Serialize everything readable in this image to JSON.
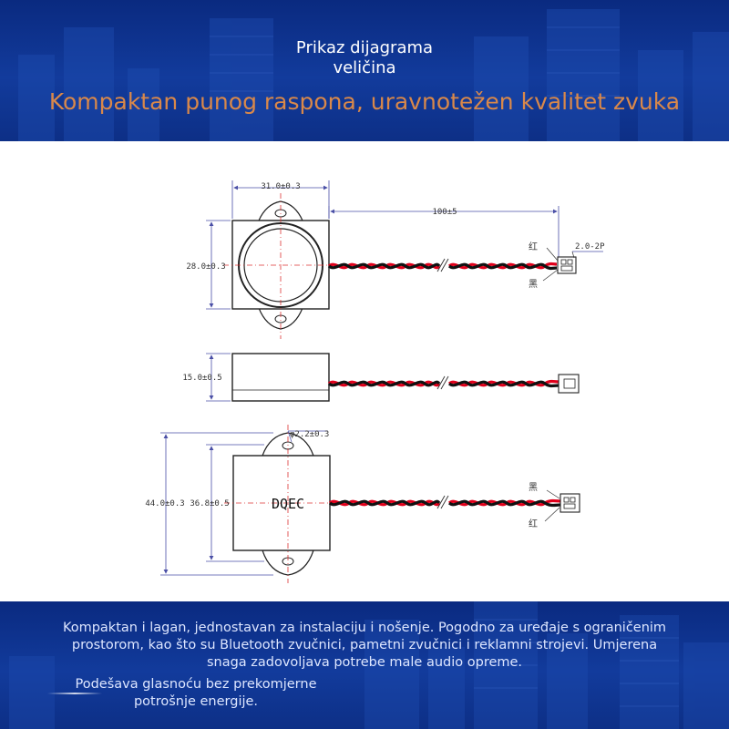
{
  "header": {
    "title_line1": "Prikaz dijagrama",
    "title_line2": "veličina",
    "subtitle": "Kompaktan punog raspona, uravnotežen kvalitet zvuka"
  },
  "diagram": {
    "dim_width": "31.0±0.3",
    "dim_height": "28.0±0.3",
    "dim_cable": "100±5",
    "connector": "2.0-2P",
    "wire_red": "红",
    "wire_black": "黑",
    "dim_depth": "15.0±0.5",
    "dim_hole": "φ2.2±0.3",
    "dim_total": "44.0±0.3",
    "dim_body": "36.8±0.5",
    "brand": "DQEC",
    "colors": {
      "red_wire": "#e0001b",
      "black_wire": "#111111",
      "dim_line": "#4a4fa6"
    }
  },
  "footer": {
    "paragraph": [
      "Kompaktan i lagan, jednostavan za instalaciju i nošenje. Pogodno za uređaje s ograničenim",
      "prostorom, kao što su Bluetooth zvučnici, pametni zvučnici i reklamni strojevi. Umjerena",
      "snaga zadovoljava potrebe male audio opreme."
    ],
    "note": [
      "Podešava glasnoću bez prekomjerne",
      "potrošnje energije."
    ]
  }
}
